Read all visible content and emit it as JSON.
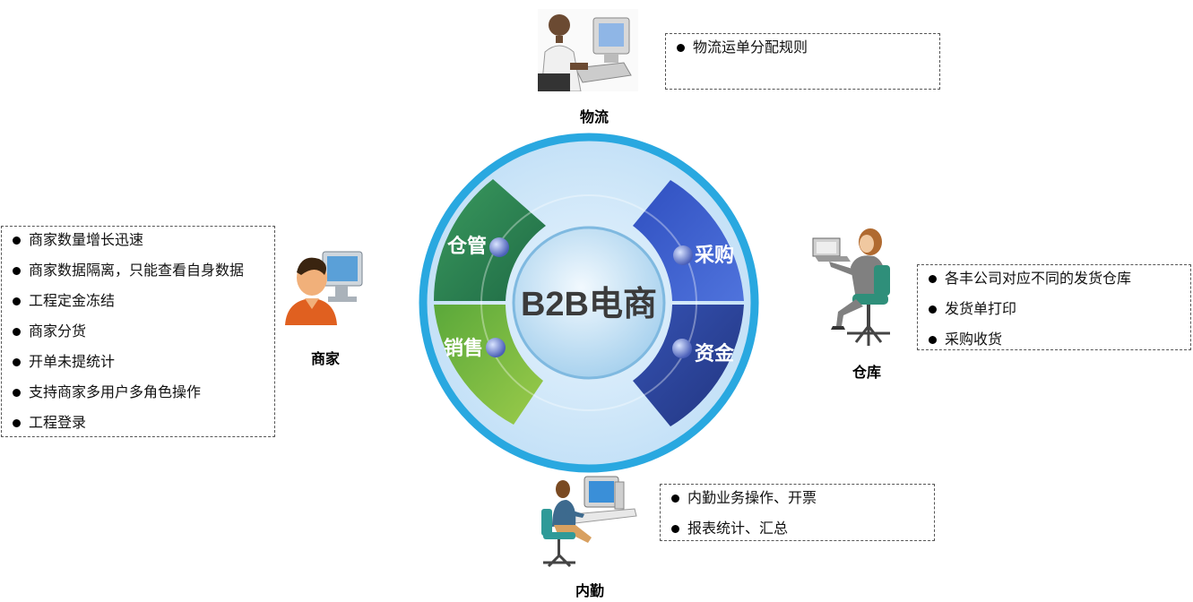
{
  "center": {
    "title": "B2B电商",
    "segments": {
      "warehouse_mgmt": "仓管",
      "sales": "销售",
      "purchase": "采购",
      "funds": "资金"
    }
  },
  "roles": {
    "logistics": {
      "label": "物流",
      "items": [
        "物流运单分配规则"
      ]
    },
    "merchant": {
      "label": "商家",
      "items": [
        "商家数量增长迅速",
        "商家数据隔离，只能查看自身数据",
        "工程定金冻结",
        "商家分货",
        "开单未提统计",
        "支持商家多用户多角色操作",
        "工程登录"
      ]
    },
    "warehouse": {
      "label": "仓库",
      "items": [
        "各丰公司对应不同的发货仓库",
        "发货单打印",
        "采购收货"
      ]
    },
    "internal": {
      "label": "内勤",
      "items": [
        "内勤业务操作、开票",
        "报表统计、汇总"
      ]
    }
  },
  "colors": {
    "ring": "#29a8e0",
    "disk": "#cfe8fa",
    "green_dark": "#2f8a57",
    "green_light": "#7cbc3c",
    "blue": "#3c5fcf",
    "blue_dark": "#2a3f9a",
    "hub": "#bfe0f5"
  }
}
